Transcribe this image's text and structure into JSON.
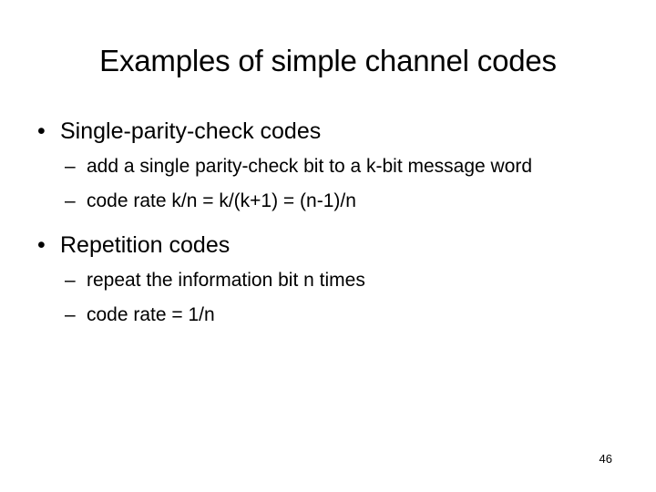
{
  "slide": {
    "title": "Examples of simple channel codes",
    "page_number": "46",
    "bullet_marker": "•",
    "dash_marker": "–",
    "background_color": "#ffffff",
    "text_color": "#000000",
    "sections": [
      {
        "heading": "Single-parity-check codes",
        "subitems": [
          "add a single parity-check bit to a k-bit message word",
          "code rate k/n = k/(k+1) = (n-1)/n"
        ]
      },
      {
        "heading": "Repetition codes",
        "subitems": [
          "repeat the information bit n times",
          "code rate = 1/n"
        ]
      }
    ]
  }
}
